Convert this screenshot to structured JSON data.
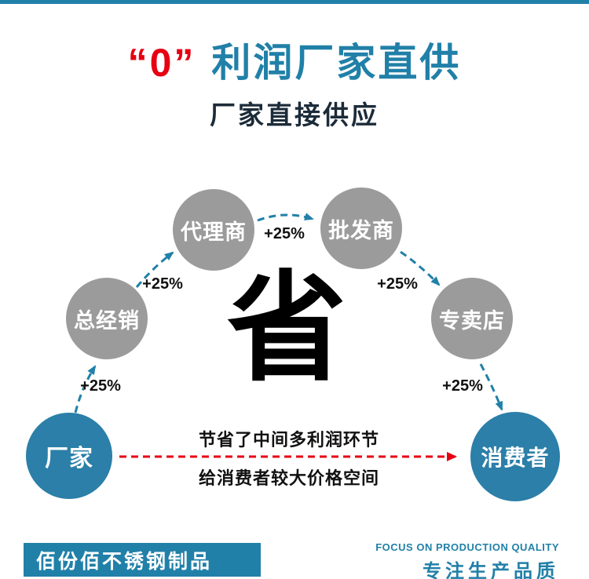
{
  "colors": {
    "teal": "#2180a8",
    "red": "#e60012",
    "gray_circle": "#9b9b9b",
    "blue_circle": "#2b7fa8",
    "subtitle_dark": "#1c2b39"
  },
  "header": {
    "zero": "“0”",
    "title": "利润厂家直供",
    "subtitle": "厂家直接供应"
  },
  "diagram": {
    "big_char": "省",
    "nodes": [
      {
        "id": "factory",
        "label": "厂家"
      },
      {
        "id": "distributor",
        "label": "总经销"
      },
      {
        "id": "agent",
        "label": "代理商"
      },
      {
        "id": "wholesaler",
        "label": "批发商"
      },
      {
        "id": "store",
        "label": "专卖店"
      },
      {
        "id": "consumer",
        "label": "消费者"
      }
    ],
    "markups": [
      "+25%",
      "+25%",
      "+25%",
      "+25%",
      "+25%"
    ],
    "note_line1": "节省了中间多利润环节",
    "note_line2": "给消费者较大价格空间"
  },
  "footer": {
    "brand": "佰份佰不锈钢制品",
    "slogan_en": "FOCUS ON PRODUCTION QUALITY",
    "slogan_zh": "专注生产品质"
  }
}
